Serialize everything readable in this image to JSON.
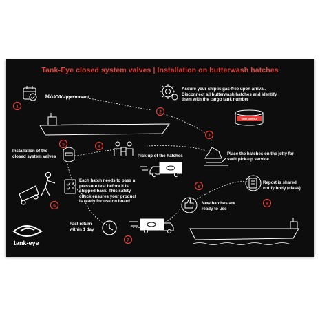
{
  "title": "Tank-Eye closed system valves | Installation on butterwash hatches",
  "brand_color": "#e2403a",
  "background_color": "#0d0d0d",
  "logo": {
    "text": "tank-eye",
    "icon": "eye-logo-icon"
  },
  "ship_label": "Tank Ident X",
  "steps": [
    {
      "number": "1",
      "text": "Make an appointment",
      "icon": "calendar-check-icon"
    },
    {
      "number": "2",
      "text": "Assure your ship is gas-free upon arrival.\nDisconnect all butterwash hatches and identify\nthem with the cargo tank number",
      "icon": "gear-check-icon"
    },
    {
      "number": "3",
      "text": "Place the hatches on the jetty for\nswift pick-up service",
      "icon": "hand-hatch-icon"
    },
    {
      "number": "4",
      "text": "Pick up of the hatches",
      "icon": "handover-icon"
    },
    {
      "number": "5",
      "text": "Installation of the\nclosed system valves",
      "icon": "welding-mask-icon"
    },
    {
      "number": "6",
      "text": "Each hatch needs to pass a\npressure test before it is\nshipped back. This safety\ncheck ensures your product\nis ready for use on board",
      "icon": "checklist-icon"
    },
    {
      "number": "7",
      "text": "Fast return\nwithin 1 day",
      "icon": "clock-icon"
    },
    {
      "number": "8",
      "text": "New hatches are\nready to use",
      "icon": "thumbs-up-icon"
    },
    {
      "number": "9",
      "text": "Report is shared\nnotify body (class)",
      "icon": "report-icon"
    }
  ]
}
